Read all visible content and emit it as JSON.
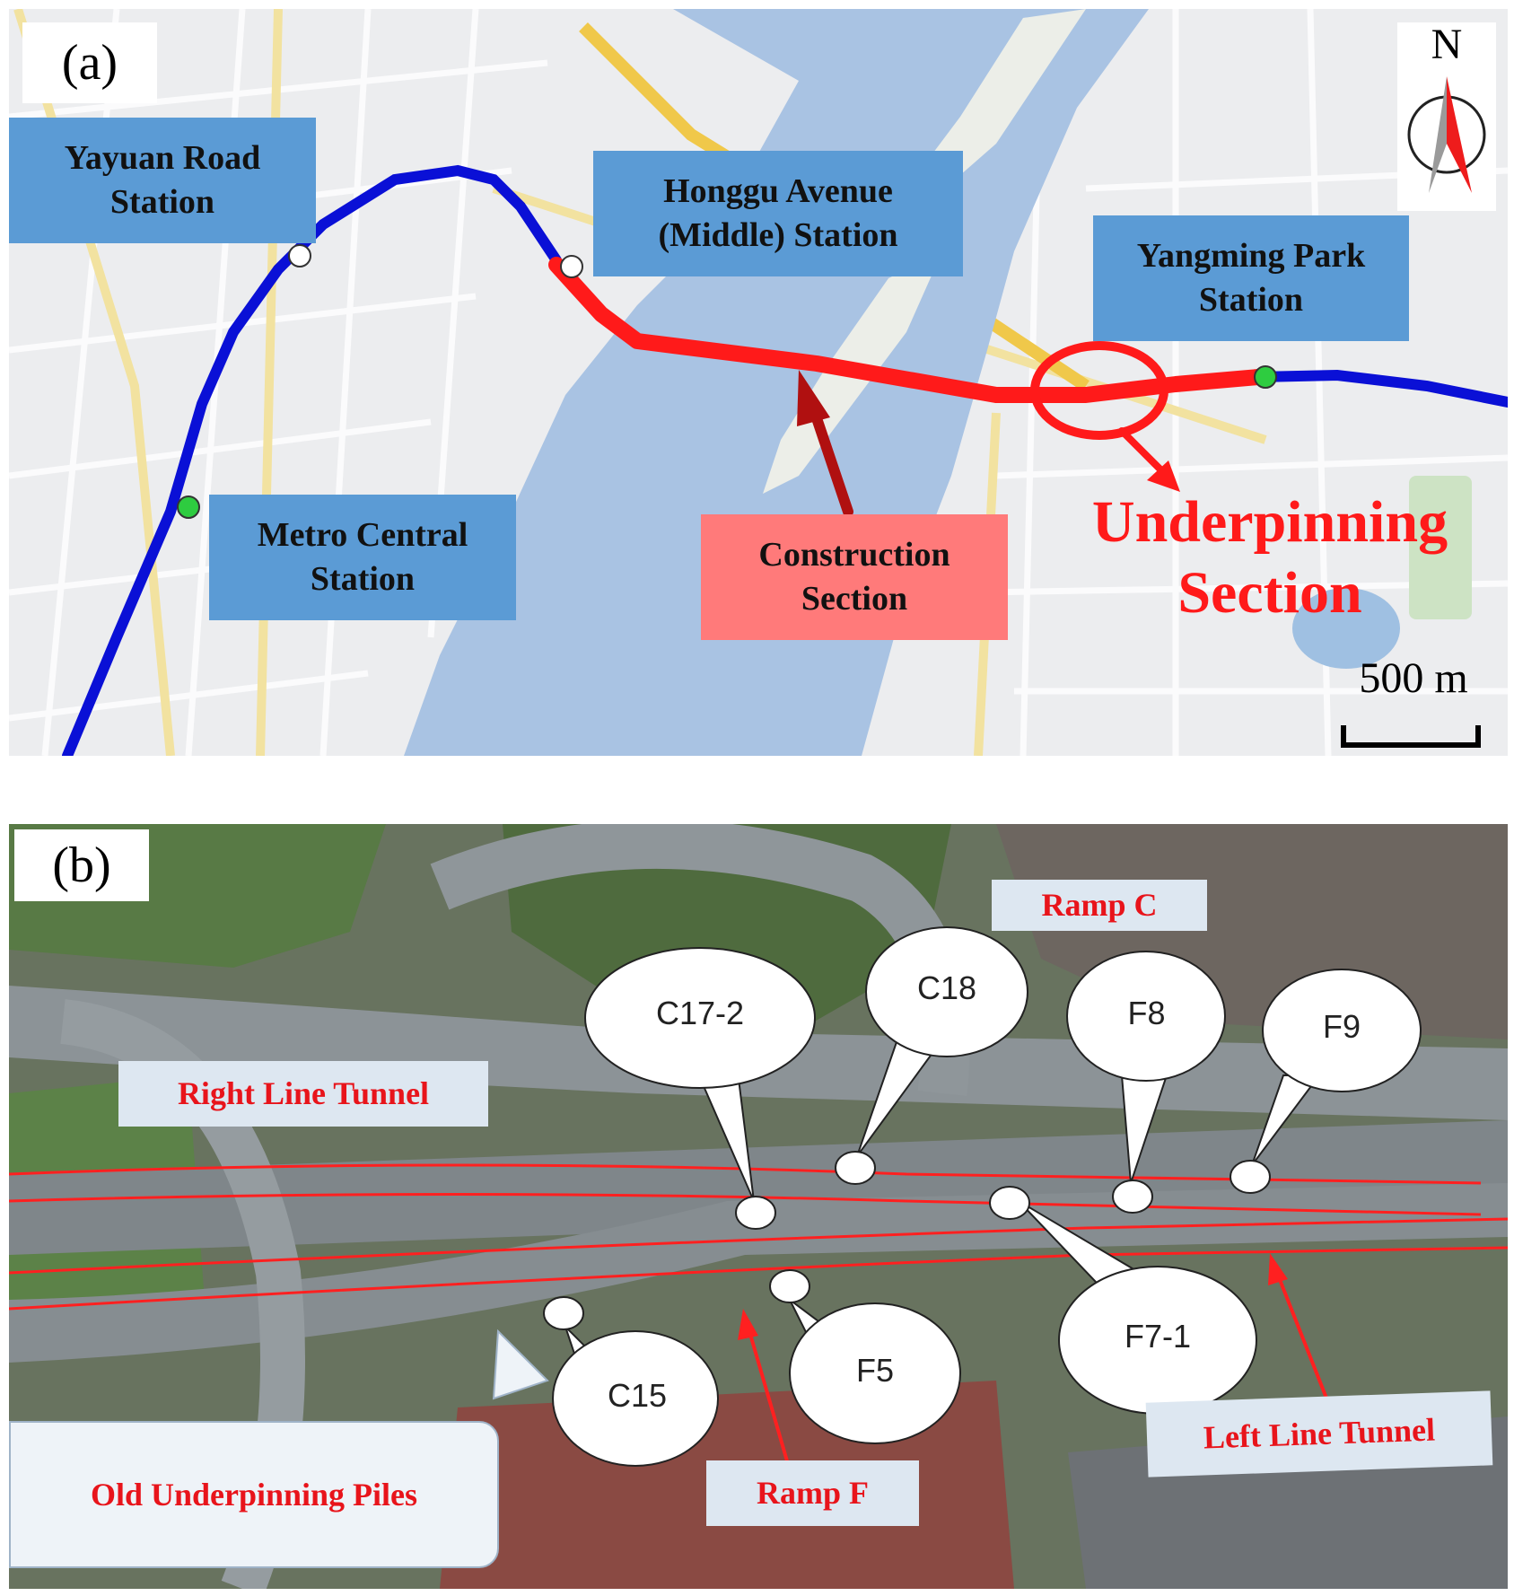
{
  "panel_a": {
    "tag": "(a)",
    "stations": [
      {
        "name": "Yayuan Road\nStation"
      },
      {
        "name": "Honggu Avenue\n(Middle) Station"
      },
      {
        "name": "Yangming Park\nStation"
      },
      {
        "name": "Metro Central\nStation"
      }
    ],
    "construction_label": "Construction\nSection",
    "underpinning_label": "Underpinning\nSection",
    "north_label": "N",
    "scale_label": "500 m",
    "colors": {
      "metro_line": "#0a10d6",
      "construction_section": "#ff1a1a",
      "river": "#a9c3e3",
      "station_box": "#5b9bd5",
      "construction_box": "#ff7a7a"
    }
  },
  "panel_b": {
    "tag": "(b)",
    "labels": {
      "ramp_c": "Ramp C",
      "right_line_tunnel": "Right Line Tunnel",
      "left_line_tunnel": "Left Line Tunnel",
      "ramp_f": "Ramp F",
      "old_piles": "Old Underpinning Piles"
    },
    "piles": [
      "C17-2",
      "C18",
      "F8",
      "F9",
      "C15",
      "F5",
      "F7-1"
    ],
    "colors": {
      "tunnel_line": "#ff2020",
      "label_text": "#e8141b",
      "label_box": "#dde7f1"
    }
  }
}
